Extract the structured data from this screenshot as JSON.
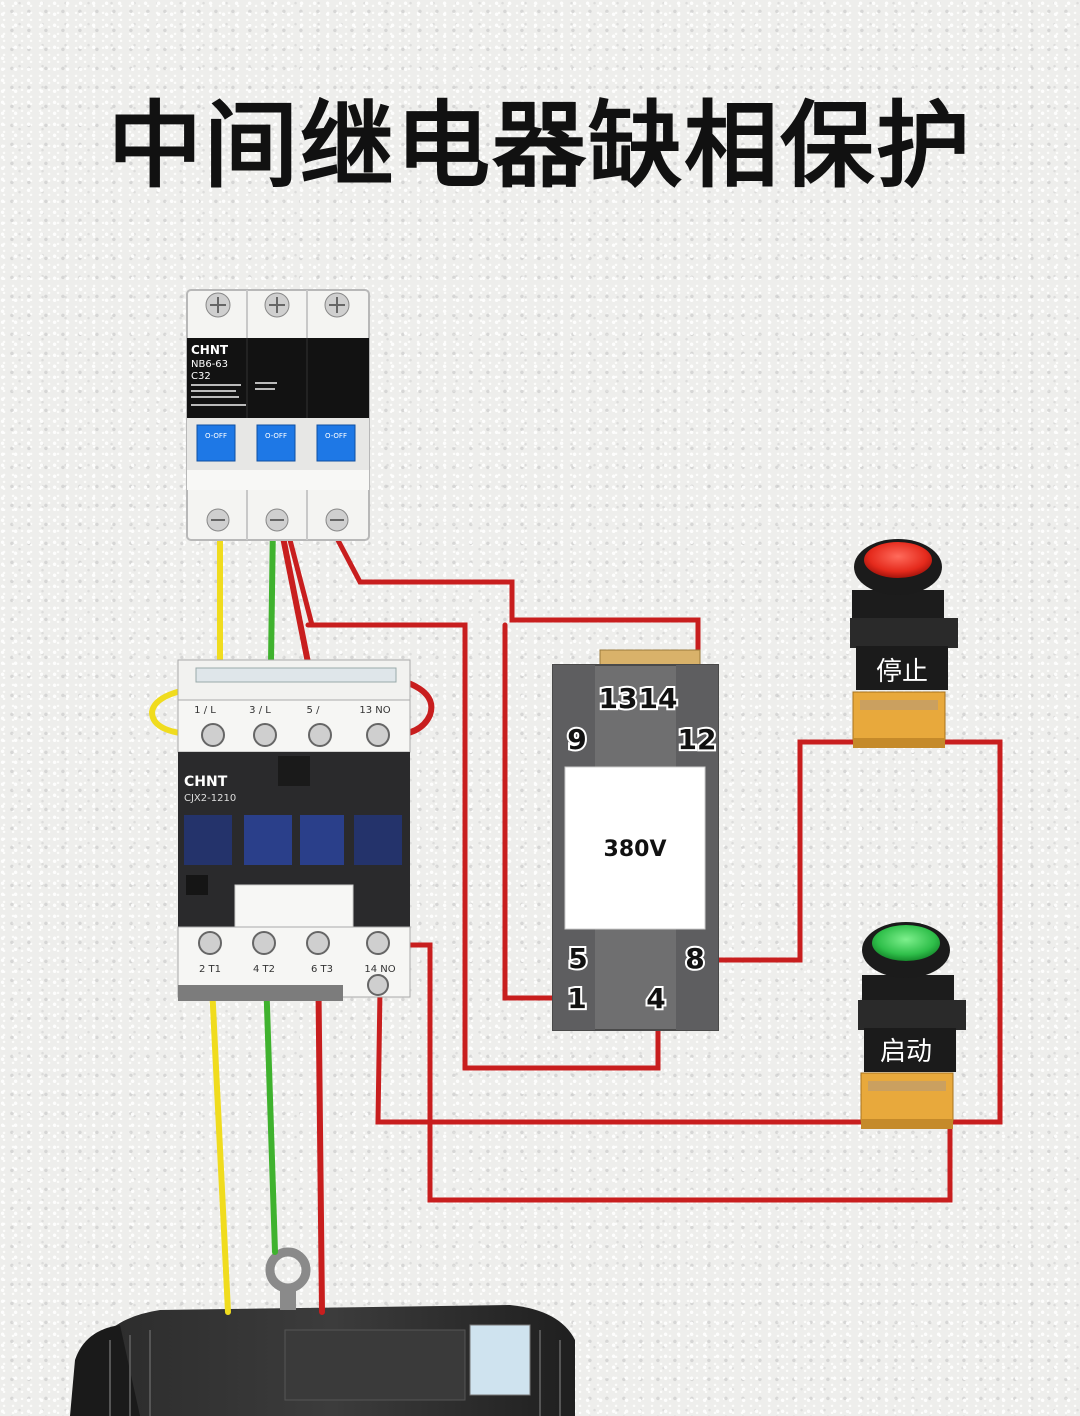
{
  "title": "中间继电器缺相保护",
  "breaker": {
    "brand": "CHNT",
    "model": "NB6-63",
    "rating": "C32",
    "switch_label": "O-OFF"
  },
  "contactor": {
    "brand": "CHNT",
    "model": "CJX2-1210",
    "top_terminals": [
      "1 / L",
      "3 / L",
      "5 /",
      "13 NO"
    ],
    "bottom_terminals": [
      "2 T1",
      "4 T2",
      "6 T3",
      "14 NO"
    ]
  },
  "relay": {
    "voltage": "380V",
    "pins": {
      "p13": "13",
      "p14": "14",
      "p9": "9",
      "p12": "12",
      "p5": "5",
      "p8": "8",
      "p1": "1",
      "p4": "4"
    }
  },
  "stop_button": {
    "label": "停止"
  },
  "start_button": {
    "label": "启动"
  },
  "colors": {
    "wire_red": "#c81e1e",
    "wire_yellow": "#f0dc1e",
    "wire_green": "#3fb22e",
    "button_red": "#e52a1c",
    "button_green": "#2fbf4a",
    "switch_blue": "#1e78e6"
  }
}
